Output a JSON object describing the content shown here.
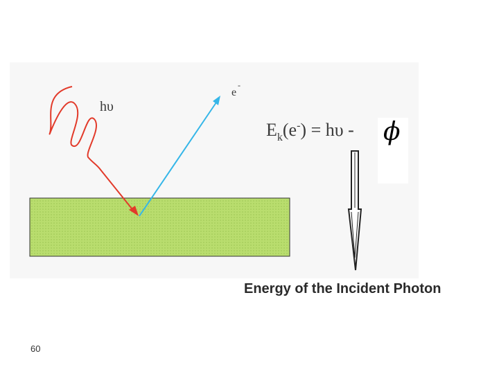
{
  "diagram": {
    "photon_label": "hυ",
    "electron_label": "e",
    "electron_charge": "-",
    "equation": {
      "E": "E",
      "sub": "k",
      "open": "(e",
      "sup": "-",
      "rest": ") = hυ -",
      "phi": "ϕ"
    },
    "caption": "Energy of the Incident Photon",
    "colors": {
      "photon": "#e23a2a",
      "electron": "#35b6e8",
      "metal": "#b7dc6c"
    }
  },
  "slide": {
    "number": "60"
  }
}
